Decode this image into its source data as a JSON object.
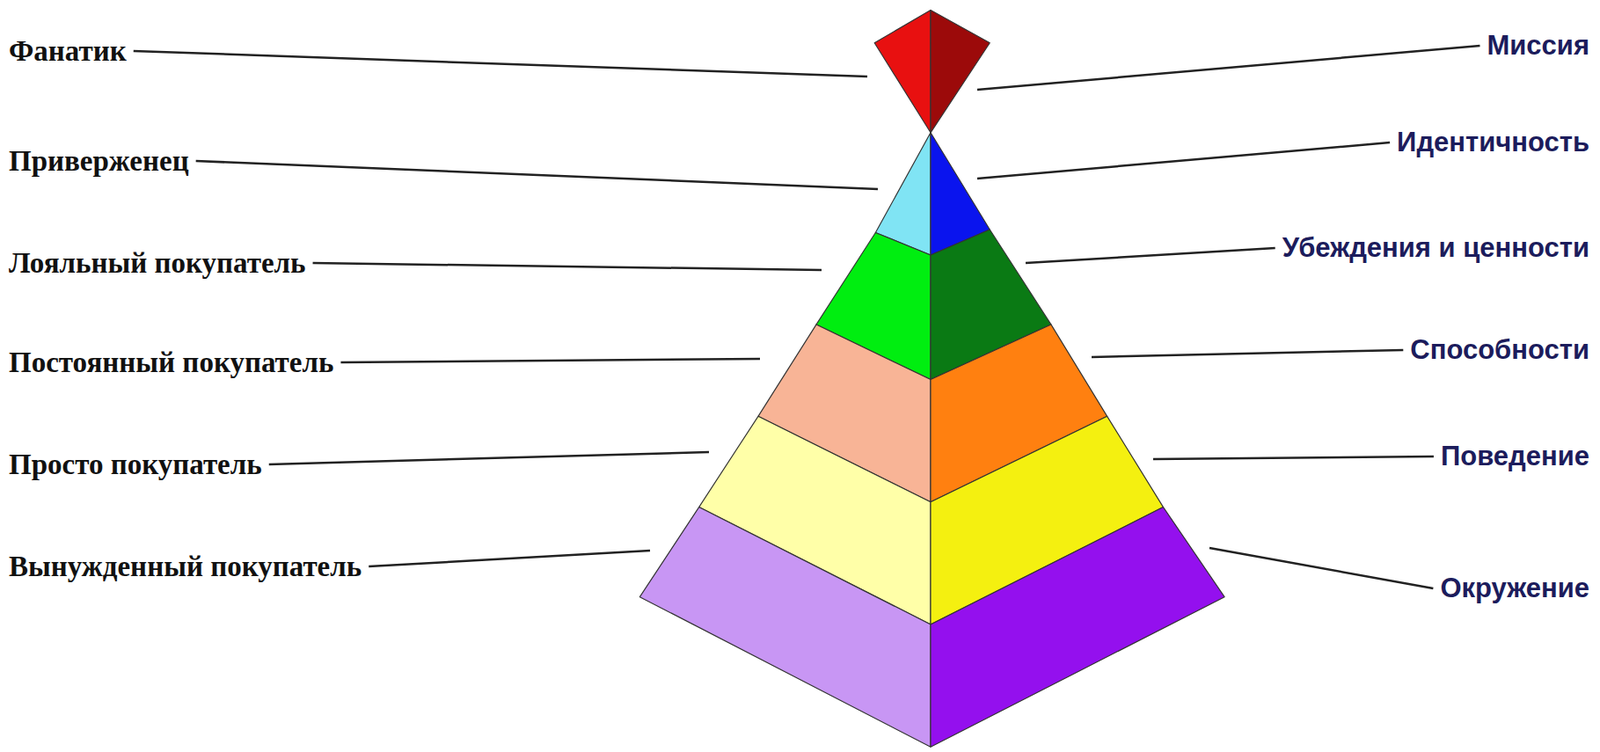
{
  "diagram": {
    "labels": [
      "Фанатик",
      "Миссия",
      "Приверженец",
      "Идентичность",
      "Лояльный покупатель",
      "Убеждения и ценности",
      "Постоянный покупатель",
      "Способности",
      "Просто покупатель",
      "Поведение",
      "Вынужденный покупатель",
      "Окружение"
    ]
  }
}
